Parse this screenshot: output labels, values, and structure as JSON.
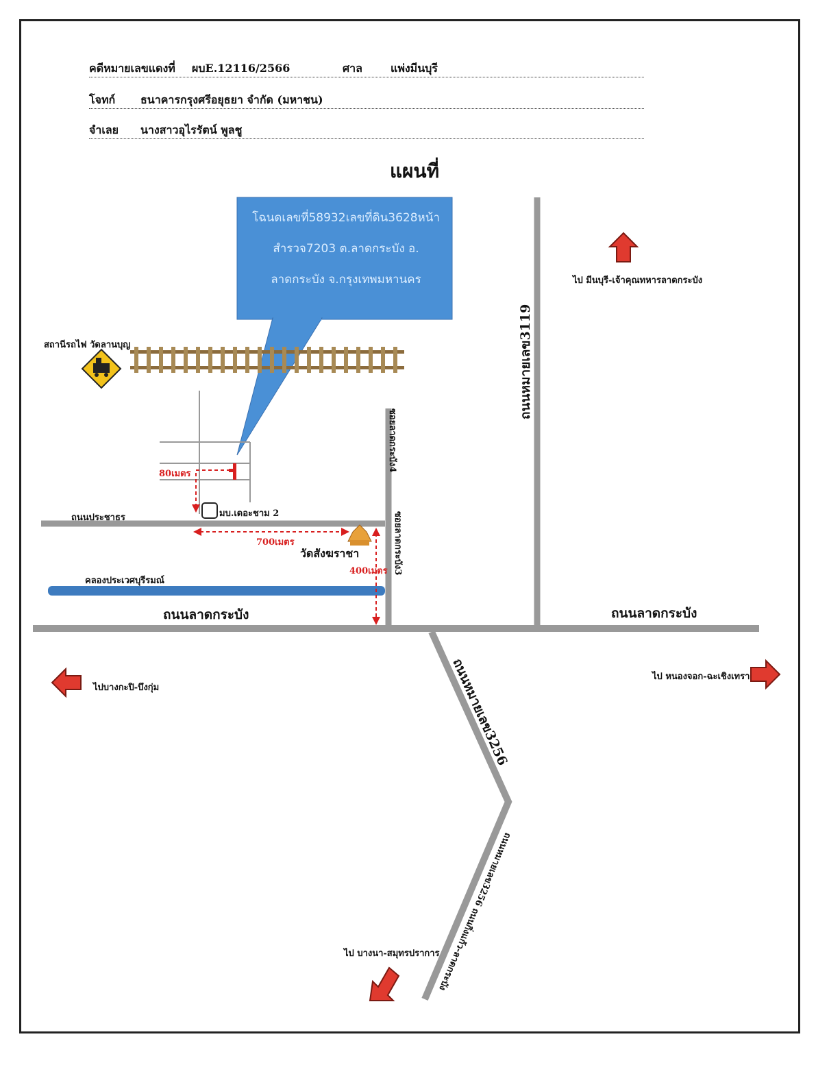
{
  "header": {
    "case_label": "คดีหมายเลขแดงที่",
    "case_number": "ผบE.12116/2566",
    "court_label": "ศาล",
    "court_name": "แพ่งมีนบุรี",
    "plaintiff_label": "โจทก์",
    "plaintiff_name": "ธนาคารกรุงศรีอยุธยา จำกัด (มหาชน)",
    "defendant_label": "จำเลย",
    "defendant_name": "นางสาวอุไรรัตน์ พูลชู"
  },
  "map_title": "แผนที่",
  "callout": {
    "line1": "โฉนดเลขที่58932เลขที่ดิน3628หน้า",
    "line2": "สำรวจ7203 ต.ลาดกระบัง อ.",
    "line3": "ลาดกระบัง จ.กรุงเทพมหานคร",
    "color": "#4a90d6"
  },
  "labels": {
    "train_station": "สถานีรถไฟ วัดลานบุญ",
    "road_3119": "ถนนหมายเลข3119",
    "soi_4": "ซอยลาดกระบัง4",
    "soi_3": "ซอยลาดกระบัง3",
    "road_prachathorn": "ถนนประชาธร",
    "village": "มบ.เดอะชาม 2",
    "temple": "วัดสังฆราชา",
    "canal": "คลองประเวศบุรีรมณ์",
    "road_latkrabang_left": "ถนนลาดกระบัง",
    "road_latkrabang_right": "ถนนลาดกระบัง",
    "road_3256": "ถนนหมายเลข3256",
    "road_3256_lower": "ถนนหมายเลข3256 ถนนกิ่งแก้ว-ลาดกระบัง"
  },
  "distances": {
    "d80": "80เมตร",
    "d700": "700เมตร",
    "d400": "400เมตร"
  },
  "directions": {
    "north": "ไป มีนบุรี-เจ้าคุณทหารลาดกระบัง",
    "west": "ไปบางกะปิ-บึงกุ่ม",
    "east": "ไป หนองจอก-ฉะเชิงเทรา",
    "south": "ไป บางนา-สมุทรปราการ"
  },
  "colors": {
    "road": "#999999",
    "canal": "#3d7bbf",
    "arrow": "#e03a2f",
    "distance": "#d81f1f",
    "rail": "#8b6b3c",
    "sign": "#f2c21b"
  },
  "icons": [
    "train-sign-icon",
    "temple-icon",
    "location-pin-icon",
    "direction-arrow-icon"
  ]
}
